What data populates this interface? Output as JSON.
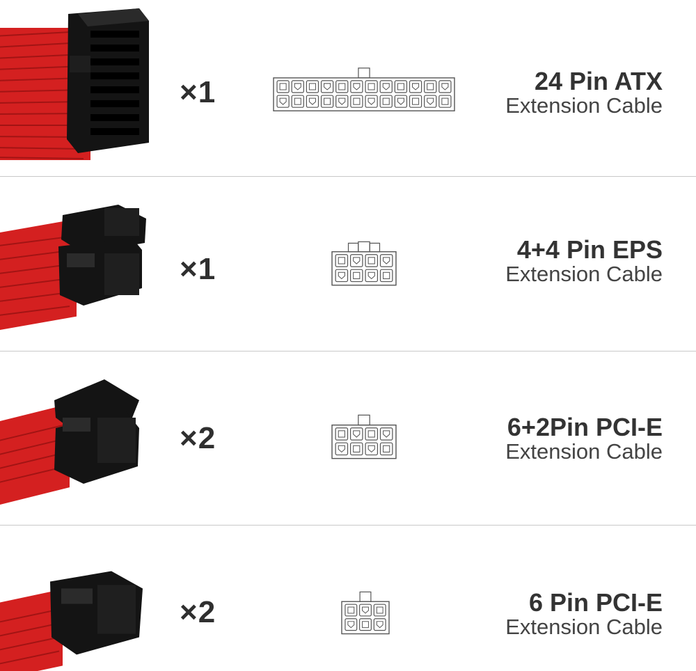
{
  "items": [
    {
      "quantity": "×1",
      "title": "24 Pin ATX",
      "subtitle": "Extension Cable",
      "pins_per_row": 12
    },
    {
      "quantity": "×1",
      "title": "4+4 Pin EPS",
      "subtitle": "Extension Cable",
      "pins_per_row": 4
    },
    {
      "quantity": "×2",
      "title": "6+2Pin PCI-E",
      "subtitle": "Extension Cable",
      "pins_per_row": 4
    },
    {
      "quantity": "×2",
      "title": "6 Pin PCI-E",
      "subtitle": "Extension Cable",
      "pins_per_row": 3
    }
  ],
  "colors": {
    "sleeve": "#d42020",
    "connector": "#141414",
    "diagram_stroke": "#555555",
    "divider": "#c9c9c9"
  },
  "icons": [
    "red-sleeved-cable-connector-image",
    "connector-pin-diagram"
  ]
}
